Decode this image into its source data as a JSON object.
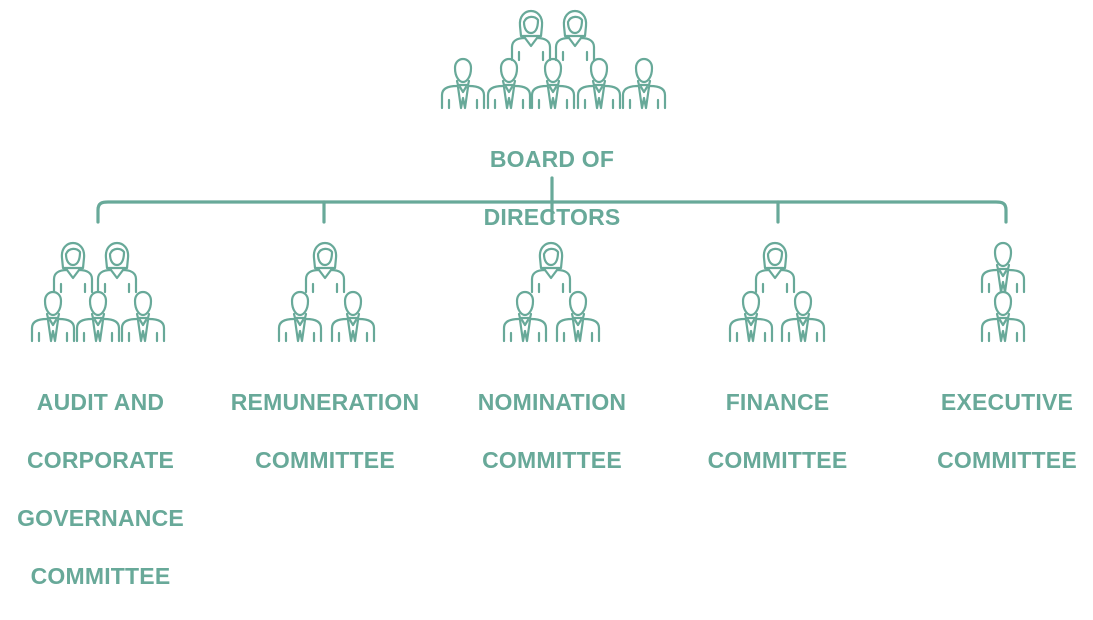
{
  "colors": {
    "accent": "#68a999"
  },
  "icons": {
    "man": "man-icon",
    "woman": "woman-icon"
  },
  "board": {
    "label_lines": [
      "BOARD OF",
      "DIRECTORS"
    ],
    "women": 2,
    "men": 5
  },
  "committees": [
    {
      "label_lines": [
        "AUDIT AND",
        "CORPORATE",
        "GOVERNANCE",
        "COMMITTEE"
      ],
      "women": 2,
      "men": 3
    },
    {
      "label_lines": [
        "REMUNERATION",
        "COMMITTEE"
      ],
      "women": 1,
      "men": 2
    },
    {
      "label_lines": [
        "NOMINATION",
        "COMMITTEE"
      ],
      "women": 1,
      "men": 2
    },
    {
      "label_lines": [
        "FINANCE",
        "COMMITTEE"
      ],
      "women": 1,
      "men": 2
    },
    {
      "label_lines": [
        "EXECUTIVE",
        "COMMITTEE"
      ],
      "women": 0,
      "men": 2
    }
  ]
}
